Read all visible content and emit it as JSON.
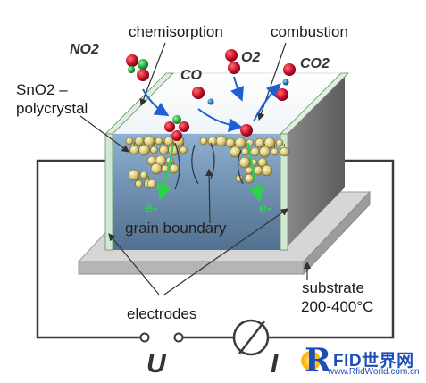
{
  "labels": {
    "chemisorption": "chemisorption",
    "combustion": "combustion",
    "sno2_line1": "SnO2 –",
    "sno2_line2": "polycrystal",
    "grain_boundary": "grain boundary",
    "electrodes": "electrodes",
    "substrate_line1": "substrate",
    "substrate_line2": "200-400°C",
    "voltage": "U",
    "current": "I"
  },
  "molecules": {
    "no2": "NO2",
    "co": "CO",
    "o2": "O2",
    "co2": "CO2"
  },
  "electrons": [
    "e-",
    "e-"
  ],
  "watermark": {
    "brand_r": "R",
    "brand_rest": "FID世界网",
    "url": "www.RfidWorld.com.cn"
  },
  "colors": {
    "oxygen_atom": "#c8102e",
    "nitrogen_atom": "#1fae3a",
    "carbon_atom": "#1b6fa8",
    "grain": "#e8d98a",
    "electron_arrow": "#2bd24a",
    "flow_arrow": "#1f5fd6",
    "electrode": "#cfe8d0",
    "substrate": "#c8c8c8",
    "side_face": "#6e6e6e",
    "gas_sensor_body": "#6f8fb0"
  }
}
